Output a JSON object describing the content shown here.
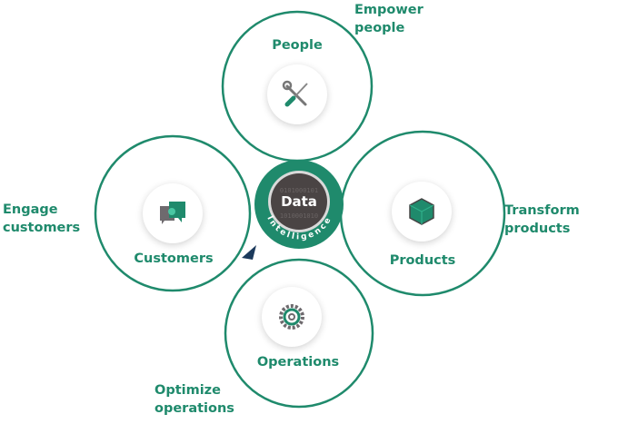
{
  "colors": {
    "accent": "#1f8a6c",
    "dark": "#4a4a4a"
  },
  "center": {
    "title": "Data",
    "subtitle": "Intelligence"
  },
  "petals": [
    {
      "label": "People",
      "icon": "tools-icon",
      "outcome_line1": "Empower",
      "outcome_line2": "people"
    },
    {
      "label": "Customers",
      "icon": "chat-bubbles-icon",
      "outcome_line1": "Engage",
      "outcome_line2": "customers"
    },
    {
      "label": "Products",
      "icon": "cube-icon",
      "outcome_line1": "Transform",
      "outcome_line2": "products"
    },
    {
      "label": "Operations",
      "icon": "gear-icon",
      "outcome_line1": "Optimize",
      "outcome_line2": "operations"
    }
  ]
}
